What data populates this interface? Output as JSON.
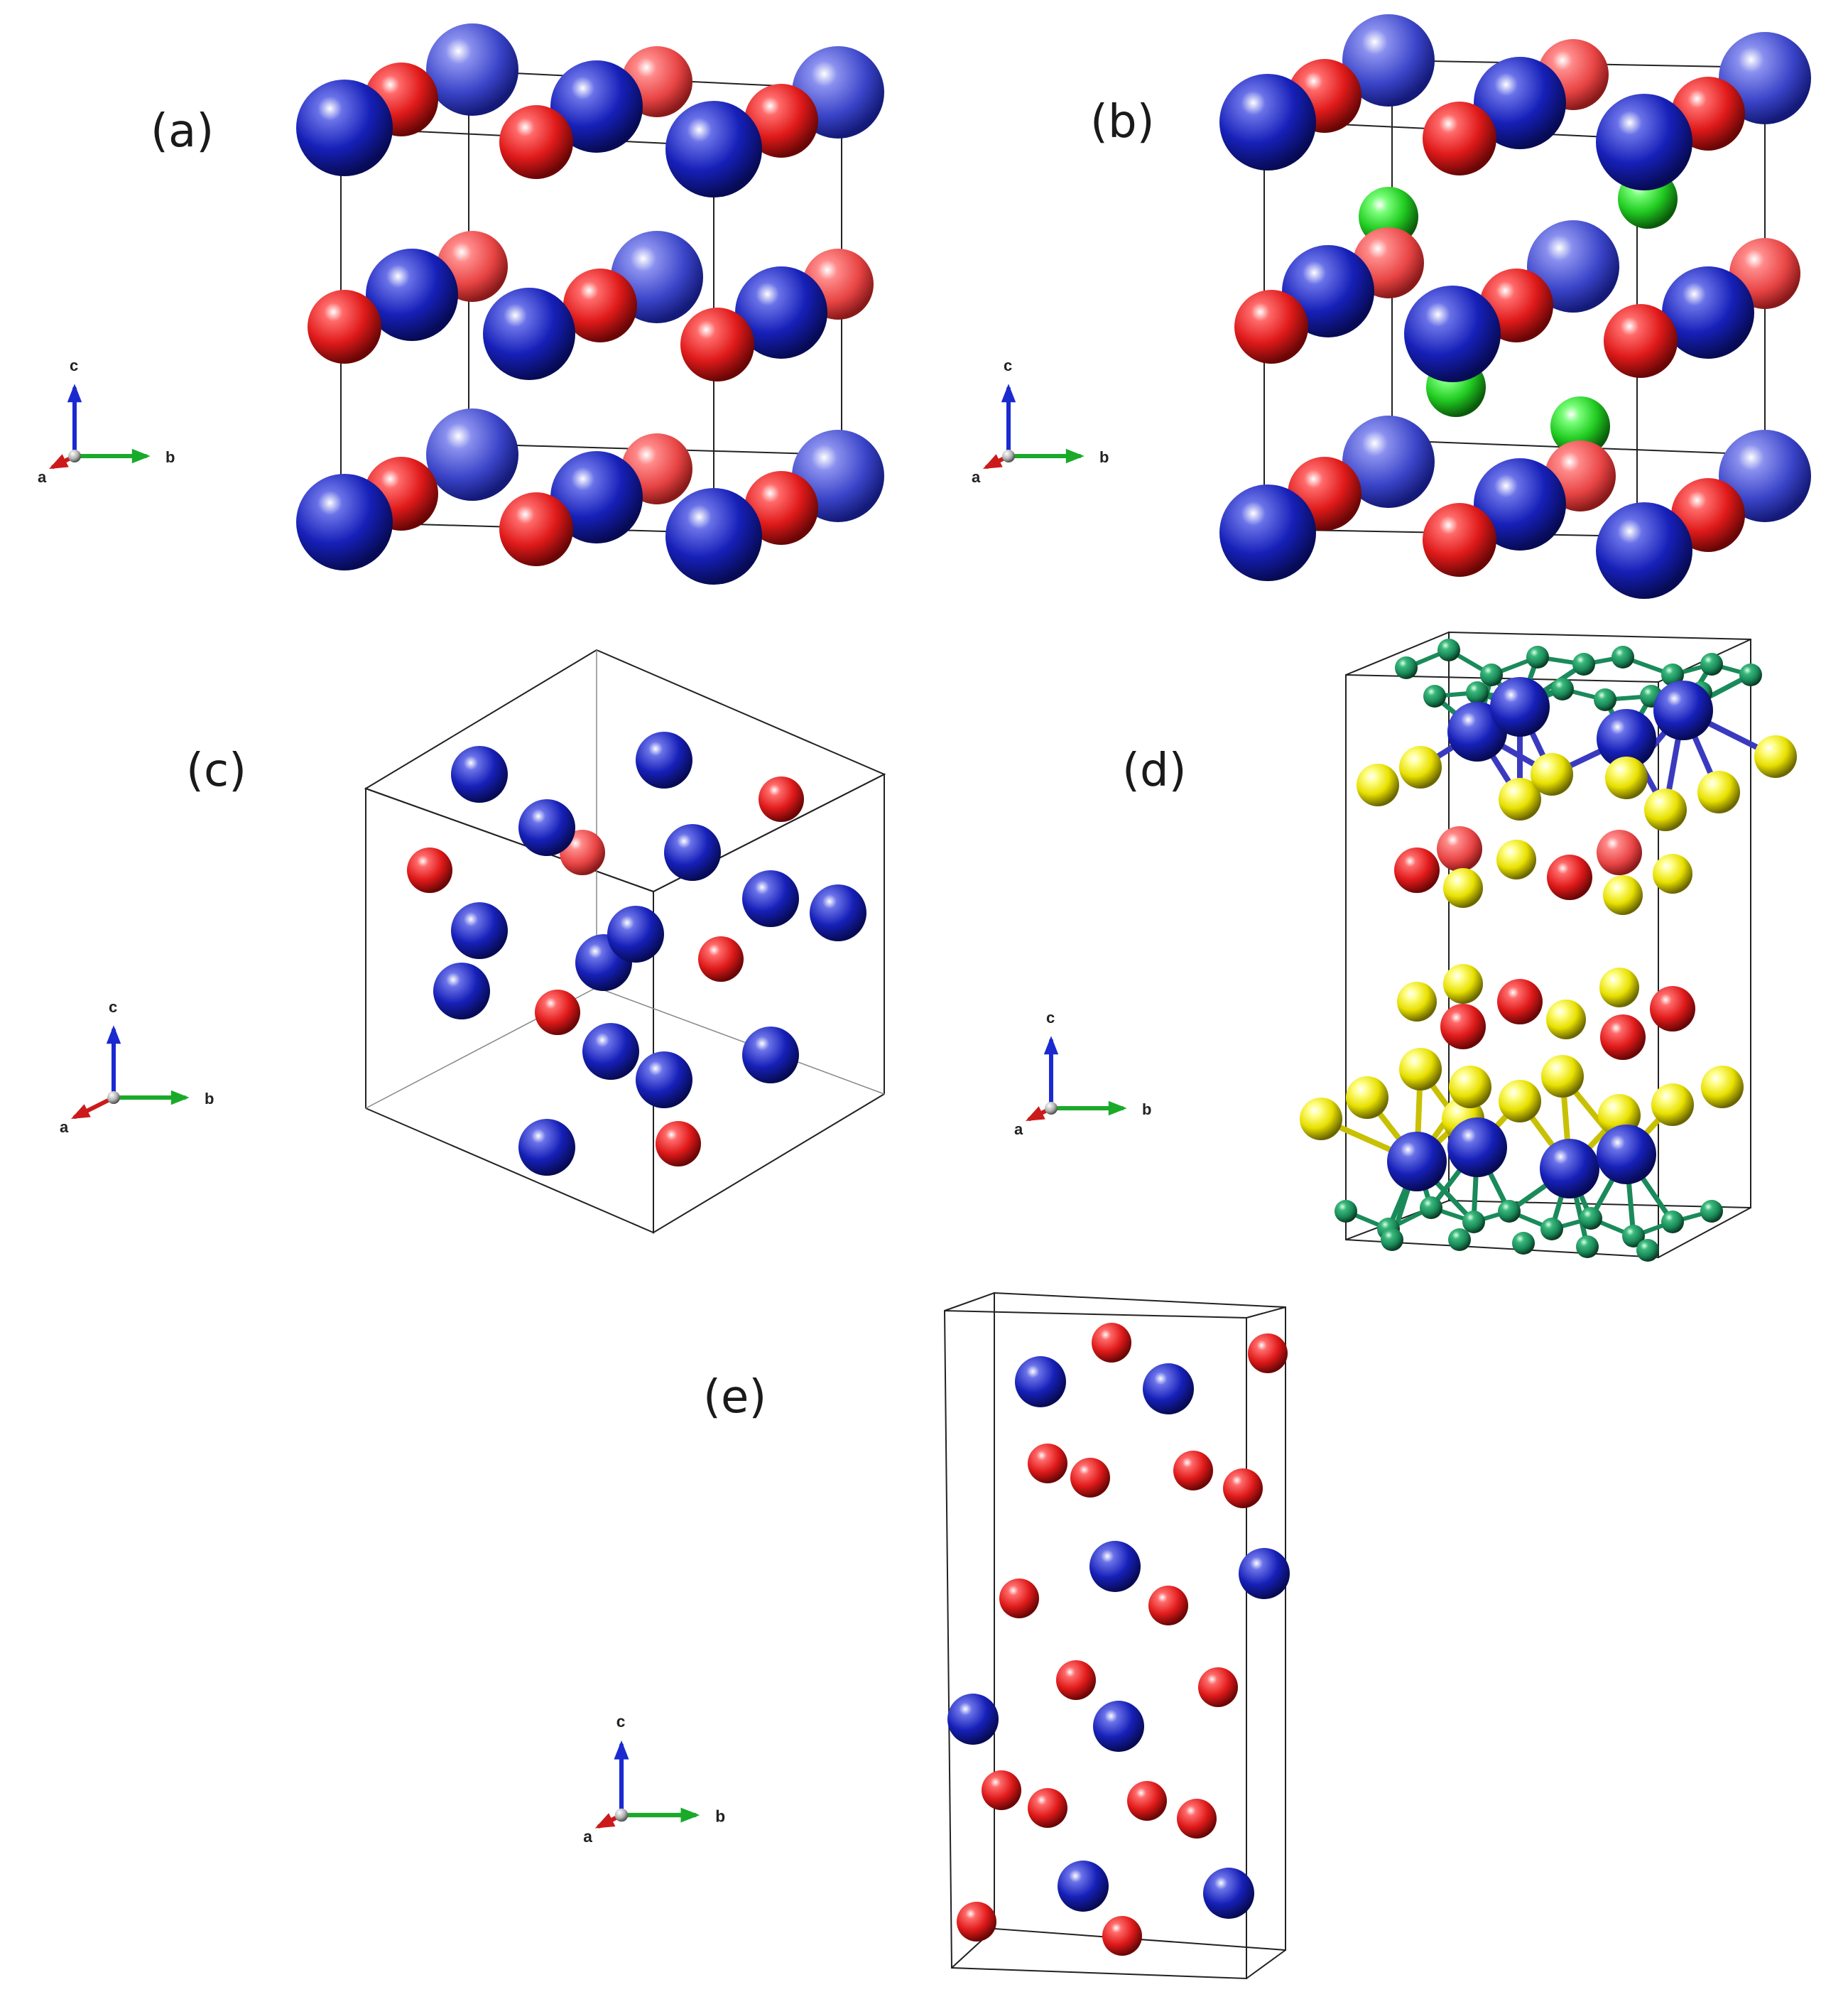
{
  "colors": {
    "blue": "#1620b8",
    "red": "#e01a1a",
    "green": "#22cc22",
    "yellow": "#e8e000",
    "teal": "#1a8a5a",
    "axis_a": "#cc1a1a",
    "axis_b": "#1aaa2a",
    "axis_c": "#1a2ad0",
    "cell_edge": "#222222"
  },
  "panels": [
    {
      "id": "a",
      "label": "(a)"
    },
    {
      "id": "b",
      "label": "(b)"
    },
    {
      "id": "c",
      "label": "(c)"
    },
    {
      "id": "d",
      "label": "(d)"
    },
    {
      "id": "e",
      "label": "(e)"
    }
  ],
  "axis_labels": {
    "a": "a",
    "b": "b",
    "c": "c"
  }
}
